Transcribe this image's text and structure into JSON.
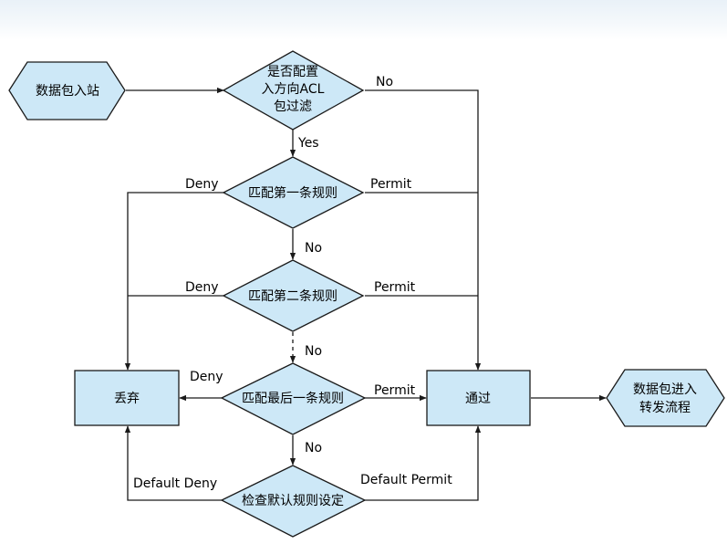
{
  "nodes": {
    "start": {
      "lines": [
        "数据包入站"
      ]
    },
    "acl_check": {
      "lines": [
        "是否配置",
        "入方向ACL",
        "包过滤"
      ]
    },
    "rule1": {
      "lines": [
        "匹配第一条规则"
      ]
    },
    "rule2": {
      "lines": [
        "匹配第二条规则"
      ]
    },
    "rule_last": {
      "lines": [
        "匹配最后一条规则"
      ]
    },
    "default_rule": {
      "lines": [
        "检查默认规则设定"
      ]
    },
    "drop": {
      "lines": [
        "丢弃"
      ]
    },
    "pass": {
      "lines": [
        "通过"
      ]
    },
    "forward": {
      "lines": [
        "数据包进入",
        "转发流程"
      ]
    }
  },
  "edges": {
    "acl_no": "No",
    "acl_yes": "Yes",
    "rule1_deny": "Deny",
    "rule1_permit": "Permit",
    "rule1_no": "No",
    "rule2_deny": "Deny",
    "rule2_permit": "Permit",
    "rule2_no": "No",
    "last_deny": "Deny",
    "last_permit": "Permit",
    "last_no": "No",
    "default_deny": "Default Deny",
    "default_permit": "Default Permit"
  },
  "colors": {
    "shape_fill": "#cde8f7",
    "shape_stroke": "#1a1a1a",
    "line": "#1a1a1a",
    "header_band": "#e9f1f8"
  }
}
